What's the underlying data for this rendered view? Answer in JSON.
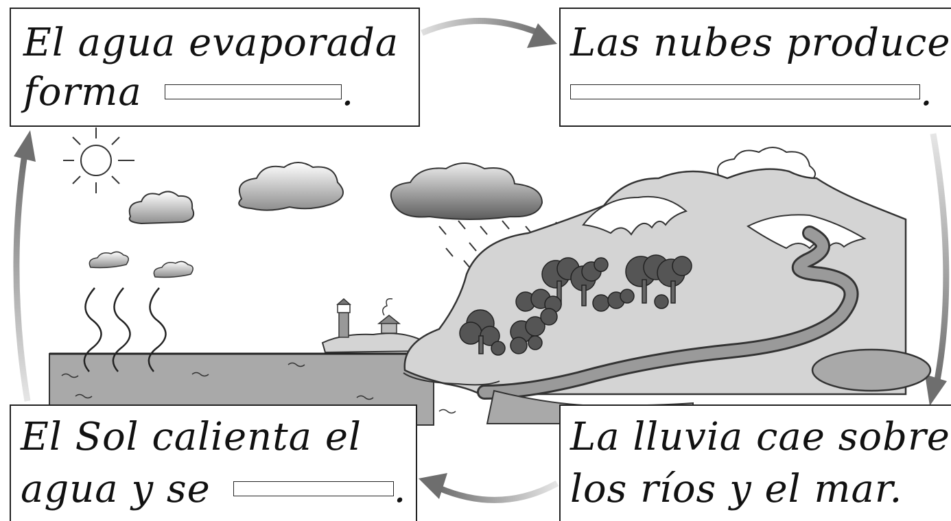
{
  "steps": {
    "top_left": {
      "line1": "El agua evaporada",
      "line2": "forma",
      "end": "."
    },
    "top_right": {
      "line1": "Las nubes producen",
      "end": "."
    },
    "bottom_left": {
      "line1": "El Sol calienta el",
      "line2": "agua y se",
      "end": "."
    },
    "bottom_right": {
      "line1": "La lluvia cae sobre",
      "line2": "los ríos y el mar."
    }
  },
  "colors": {
    "arrow": "#7a7a7a",
    "water": "#a9a9a9",
    "land": "#d4d4d4",
    "tree": "#555555",
    "river": "#9a9a9a"
  },
  "icons": [
    "sun-icon",
    "cloud-icon",
    "rain-cloud-icon",
    "snow-cloud-icon",
    "lighthouse-icon",
    "tree-icon",
    "arrow-icon"
  ]
}
